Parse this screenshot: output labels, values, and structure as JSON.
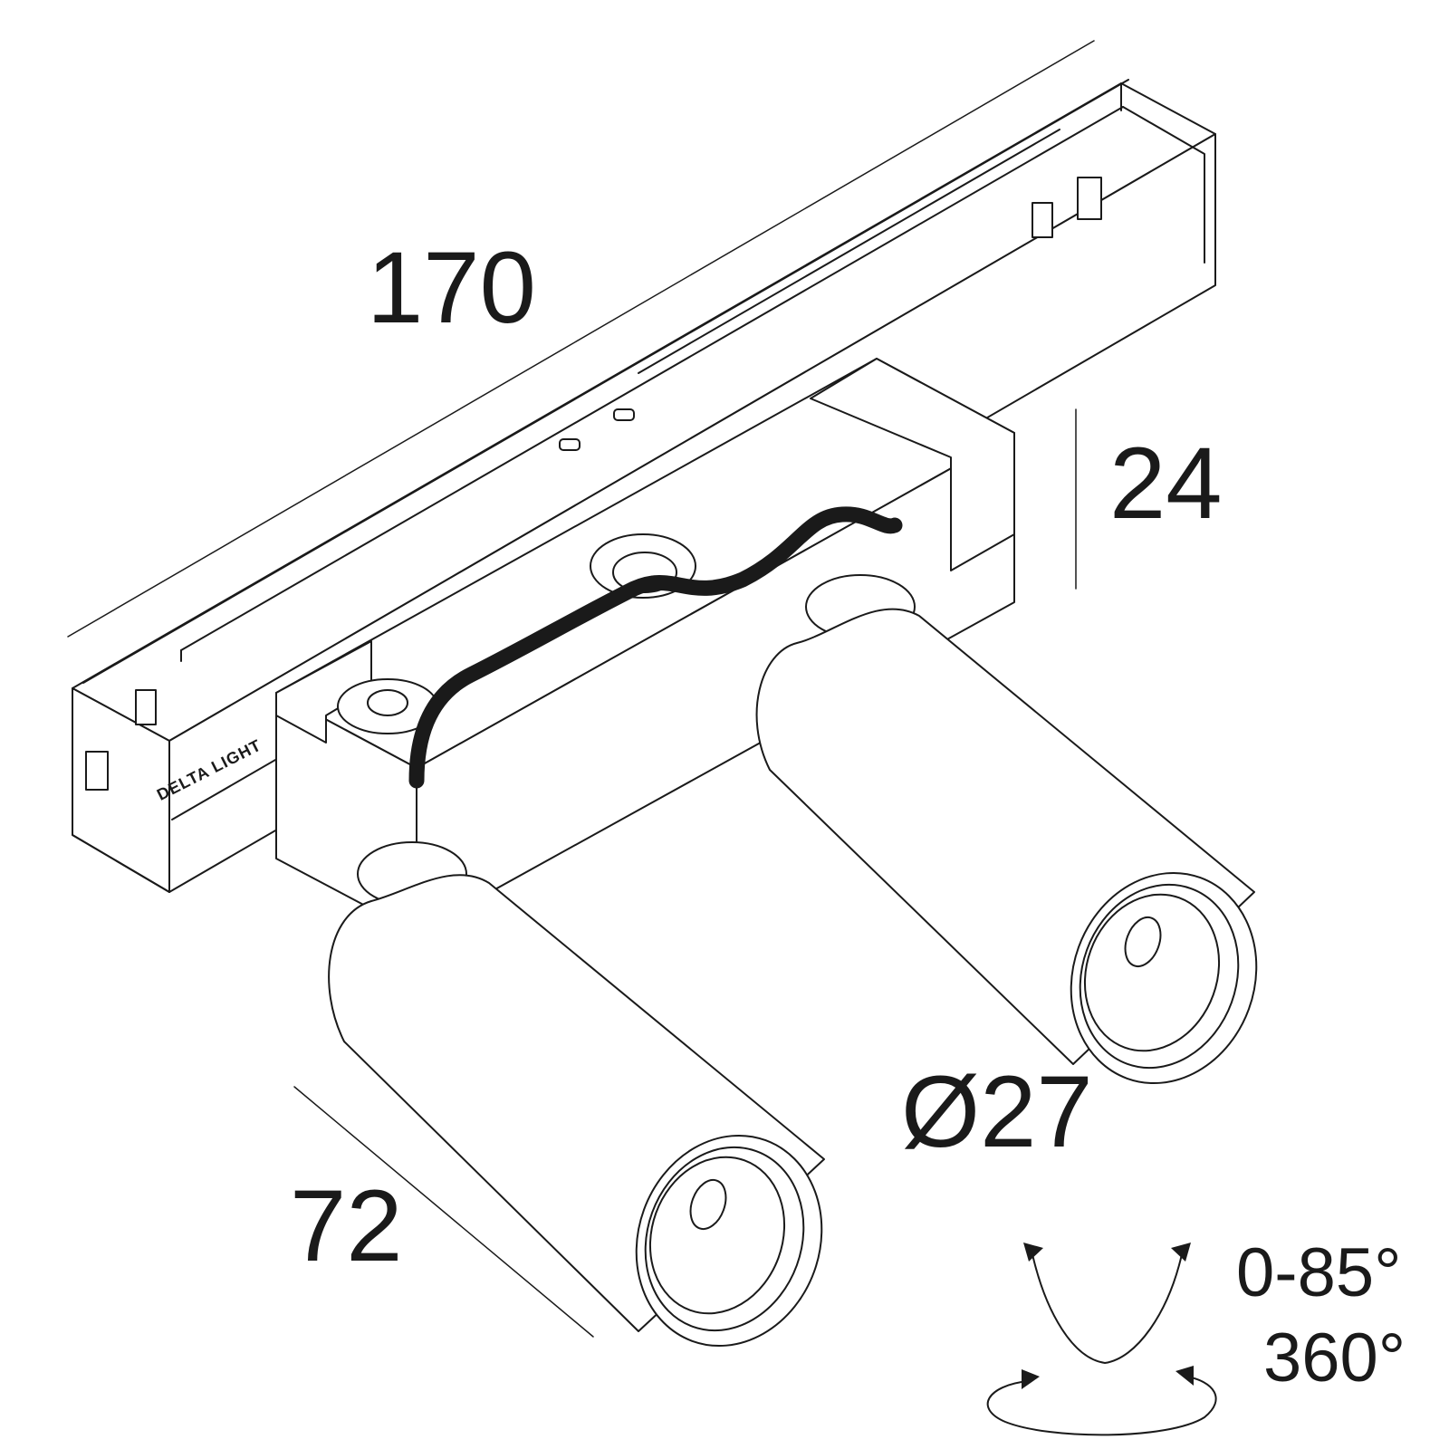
{
  "dimensions": {
    "length": "170",
    "height": "24",
    "diameter": "Ø27",
    "spot_length": "72"
  },
  "movement": {
    "tilt": "0-85°",
    "rotation": "360°"
  },
  "brand_mark": "DELTA LIGHT"
}
